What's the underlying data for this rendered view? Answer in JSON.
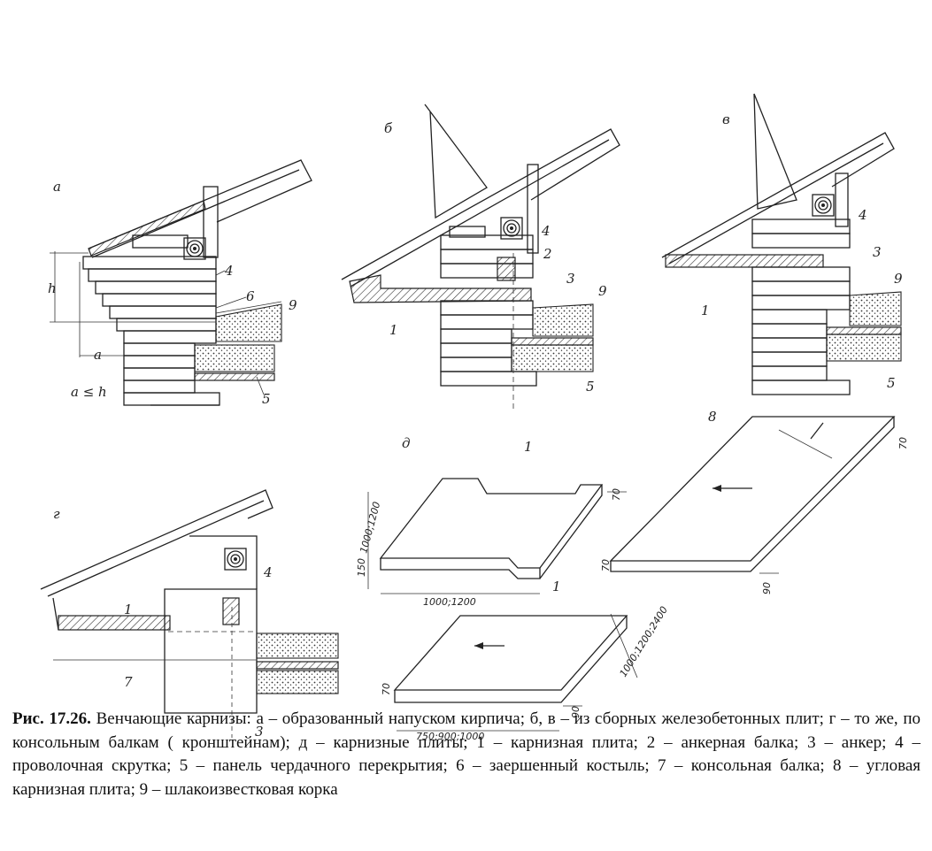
{
  "figure": {
    "panels": {
      "a": "а",
      "b": "б",
      "v": "в",
      "g": "г",
      "d": "д"
    },
    "variable_labels": {
      "h": "h",
      "a": "a",
      "relation": "a ≤ h"
    },
    "numbers": {
      "n1": "1",
      "n2": "2",
      "n3": "3",
      "n4": "4",
      "n5": "5",
      "n6": "6",
      "n7": "7",
      "n8": "8",
      "n9": "9"
    },
    "dimensions": {
      "d70": "70",
      "d90": "90",
      "d150": "150",
      "w_1000_1200": "1000;1200",
      "w_1000_1200_2400": "1000;1200;2400",
      "w_750_900_1000": "750;900;1000"
    }
  },
  "caption": {
    "head": "Рис. 17.26.",
    "text": " Венчающие карнизы: а – образованный напуском кирпича; б, в – из сборных железобетонных плит; г – то же, по консольным балкам   ( кронштейнам);     д – карнизные плиты; 1 – карнизная плита; 2 – анкерная балка; 3 – анкер; 4 – проволочная скрутка; 5 – панель чердачного перекрытия; 6 – заершенный костыль; 7 – консольная балка; 8 – угловая карнизная плита; 9 – шлакоизвестковая корка"
  }
}
